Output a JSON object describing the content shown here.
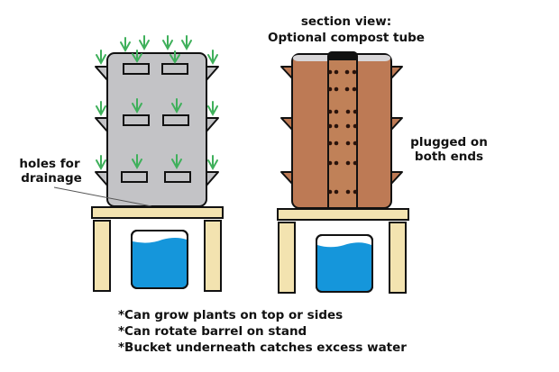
{
  "title_line1": "section view:",
  "title_line2": "Optional compost tube",
  "label_drainage_line1": "holes for",
  "label_drainage_line2": "drainage",
  "label_plugged_line1": "plugged on",
  "label_plugged_line2": "both ends",
  "notes": [
    "*Can grow plants on top or sides",
    "*Can rotate barrel on stand",
    "*Bucket underneath catches excess water"
  ],
  "colors": {
    "barrel_gray": "#c3c3c6",
    "barrel_brown": "#bd7a55",
    "stand": "#f3e3b0",
    "water": "#1596db",
    "plant_green": "#3fb05b",
    "outline": "#111111"
  }
}
